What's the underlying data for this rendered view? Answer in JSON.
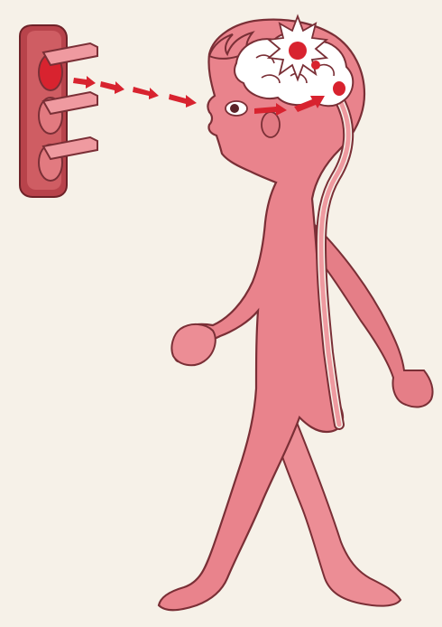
{
  "illustration": {
    "subject": "",
    "colors": {
      "paper": "#f6f1e8",
      "body_fill": "#e87c86",
      "body_light": "#f0a5ab",
      "outline": "#7a2f36",
      "accent_red": "#d8232f",
      "brain_white": "#ffffff",
      "traffic_light": "#c9555b",
      "traffic_light_dark": "#8e2f34"
    },
    "traffic_light": {
      "lamps": 3,
      "active_lamp": "top"
    },
    "signal_path": {
      "arrows_to_eye": 4,
      "arrows_eye_to_brain": 2
    }
  }
}
